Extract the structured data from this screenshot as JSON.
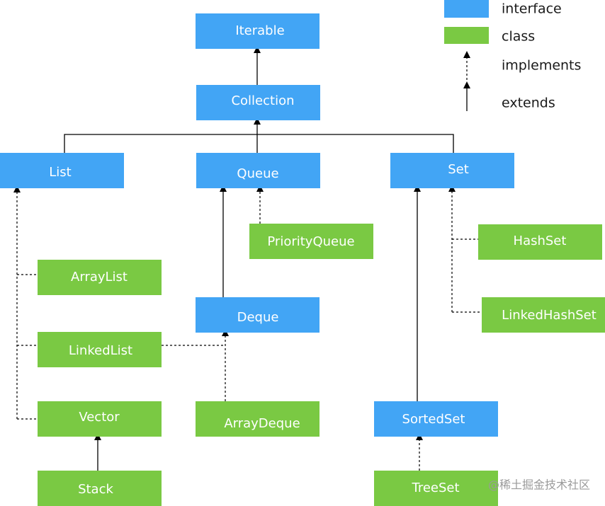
{
  "colors": {
    "interface": "#42A5F5",
    "class": "#7AC943",
    "line": "#000000"
  },
  "legend": {
    "interface": "interface",
    "class": "class",
    "implements": "implements",
    "extends": "extends"
  },
  "nodes": {
    "iterable": "Iterable",
    "collection": "Collection",
    "list": "List",
    "queue": "Queue",
    "set": "Set",
    "priority_queue": "PriorityQueue",
    "hash_set": "HashSet",
    "array_list": "ArrayList",
    "linked_hash_set": "LinkedHashSet",
    "deque": "Deque",
    "linked_list": "LinkedList",
    "vector": "Vector",
    "array_deque": "ArrayDeque",
    "sorted_set": "SortedSet",
    "stack": "Stack",
    "tree_set": "TreeSet"
  },
  "watermark": "@稀土掘金技术社区"
}
